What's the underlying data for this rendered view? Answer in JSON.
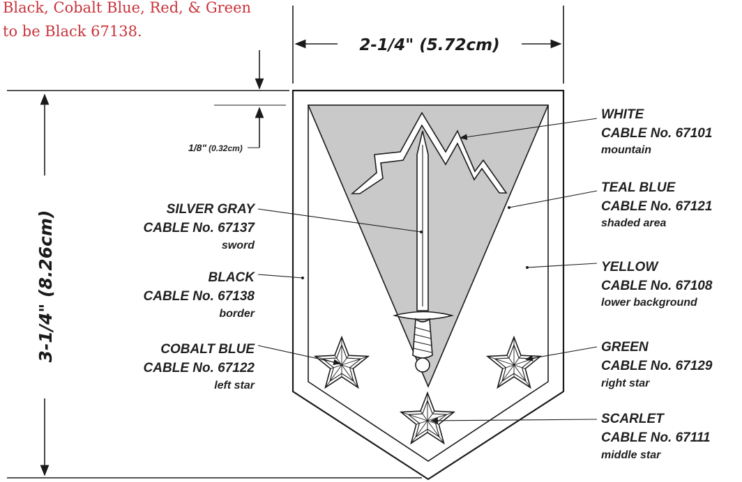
{
  "note": {
    "line1": "Black, Cobalt Blue, Red, & Green",
    "line2": "to be Black 67138."
  },
  "dimensions": {
    "width": "2-1/4\" (5.72cm)",
    "height": "3-1/4\" (8.26cm)",
    "border_prefix": "1/8\"",
    "border_suffix": "(0.32cm)"
  },
  "callouts": {
    "white": {
      "color": "WHITE",
      "cable": "CABLE No. 67101",
      "part": "mountain"
    },
    "teal": {
      "color": "TEAL BLUE",
      "cable": "CABLE No. 67121",
      "part": "shaded area"
    },
    "yellow": {
      "color": "YELLOW",
      "cable": "CABLE No. 67108",
      "part": "lower background"
    },
    "green": {
      "color": "GREEN",
      "cable": "CABLE No. 67129",
      "part": "right star"
    },
    "scarlet": {
      "color": "SCARLET",
      "cable": "CABLE No. 67111",
      "part": "middle star"
    },
    "silver": {
      "color": "SILVER GRAY",
      "cable": "CABLE No. 67137",
      "part": "sword"
    },
    "black": {
      "color": "BLACK",
      "cable": "CABLE No. 67138",
      "part": "border"
    },
    "cobalt": {
      "color": "COBALT BLUE",
      "cable": "CABLE No. 67122",
      "part": "left star"
    }
  },
  "colors": {
    "ink": "#1a1a1a",
    "note_red": "#c8333a",
    "shaded": "#c9c9c9",
    "background": "#ffffff"
  }
}
